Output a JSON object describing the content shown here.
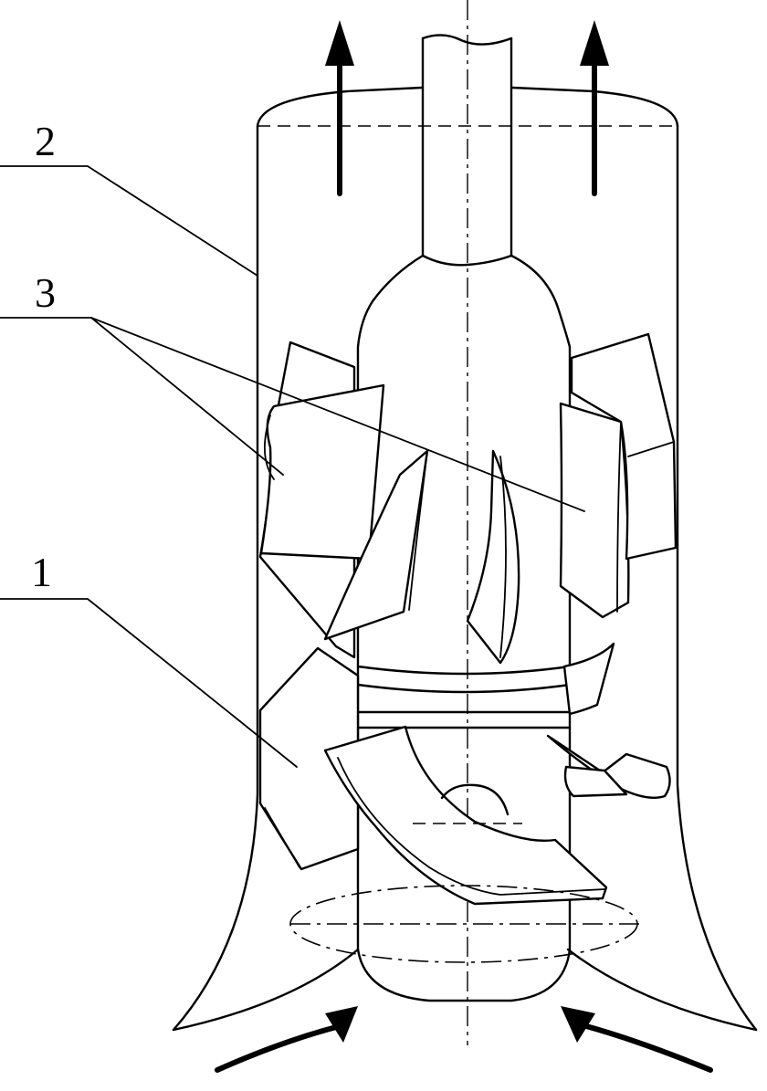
{
  "labels": {
    "part_1": "1",
    "part_2": "2",
    "part_3": "3"
  },
  "colors": {
    "line": "#000000",
    "background": "#ffffff"
  }
}
